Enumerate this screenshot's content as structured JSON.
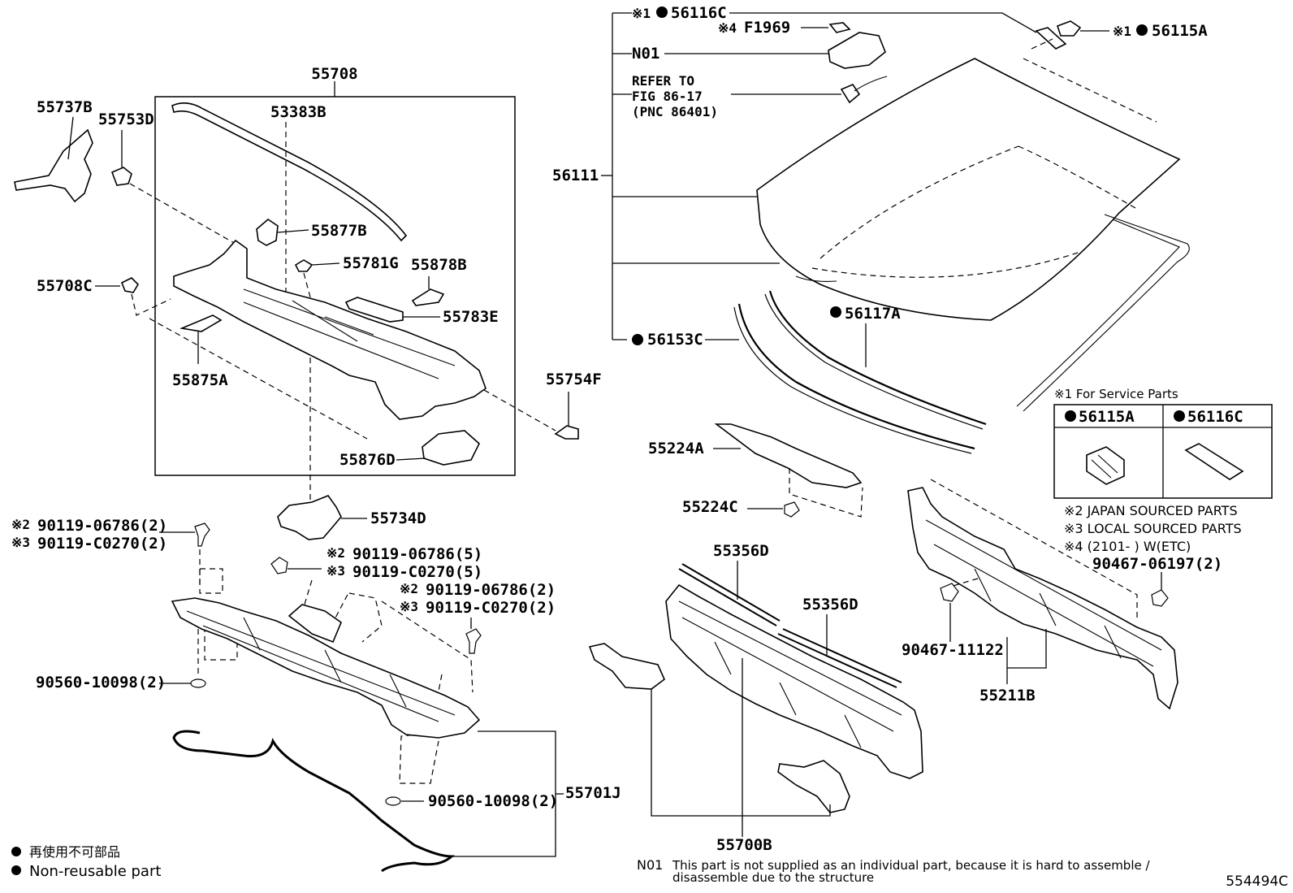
{
  "labels": {
    "p55708": "55708",
    "p55737B": "55737B",
    "p55753D": "55753D",
    "p53383B": "53383B",
    "p55877B": "55877B",
    "p55781G": "55781G",
    "p55878B": "55878B",
    "p55708C": "55708C",
    "p55783E": "55783E",
    "p55875A": "55875A",
    "p55754F": "55754F",
    "p55876D": "55876D",
    "p55734D": "55734D",
    "p55701J": "55701J",
    "p90560a": "90560-10098(2)",
    "p90560b": "90560-10098(2)",
    "m1": "※2",
    "b1a": "90119-06786(2)",
    "m2": "※3",
    "b1b": "90119-C0270(2)",
    "m3": "※2",
    "b2a": "90119-06786(5)",
    "m4": "※3",
    "b2b": "90119-C0270(5)",
    "m5": "※2",
    "b3a": "90119-06786(2)",
    "m6": "※3",
    "b3b": "90119-C0270(2)",
    "p56116C_mark": "※1",
    "p56116C": "56116C",
    "pF1969_mark": "※4",
    "pF1969": "F1969",
    "pN01": "N01",
    "ref1": "REFER TO",
    "ref2": "FIG 86-17",
    "ref3": "(PNC 86401)",
    "p56111": "56111",
    "p56115A_mark": "※1",
    "p56115A": "56115A",
    "p56117A": "56117A",
    "p56153C": "56153C",
    "p55224A": "55224A",
    "p55224C": "55224C",
    "p55356D_a": "55356D",
    "p55356D_b": "55356D",
    "p55700B": "55700B",
    "p90467_11122": "90467-11122",
    "p90467_06197": "90467-06197(2)",
    "p55211B": "55211B"
  },
  "service_table": {
    "title": "※1 For Service Parts",
    "col1": "56115A",
    "col2": "56116C"
  },
  "notes": {
    "japan": "※2 JAPAN SOURCED PARTS",
    "local": "※3 LOCAL SOURCED PARTS",
    "date": "※4 (2101-       ) W(ETC)"
  },
  "legend": {
    "jp": "再使用不可部品",
    "en": "Non-reusable part"
  },
  "footnote": {
    "code": "N01",
    "line1": "This part is not supplied as an individual part, because it is hard to assemble /",
    "line2": "disassemble due to the structure"
  },
  "figure_id": "554494C"
}
